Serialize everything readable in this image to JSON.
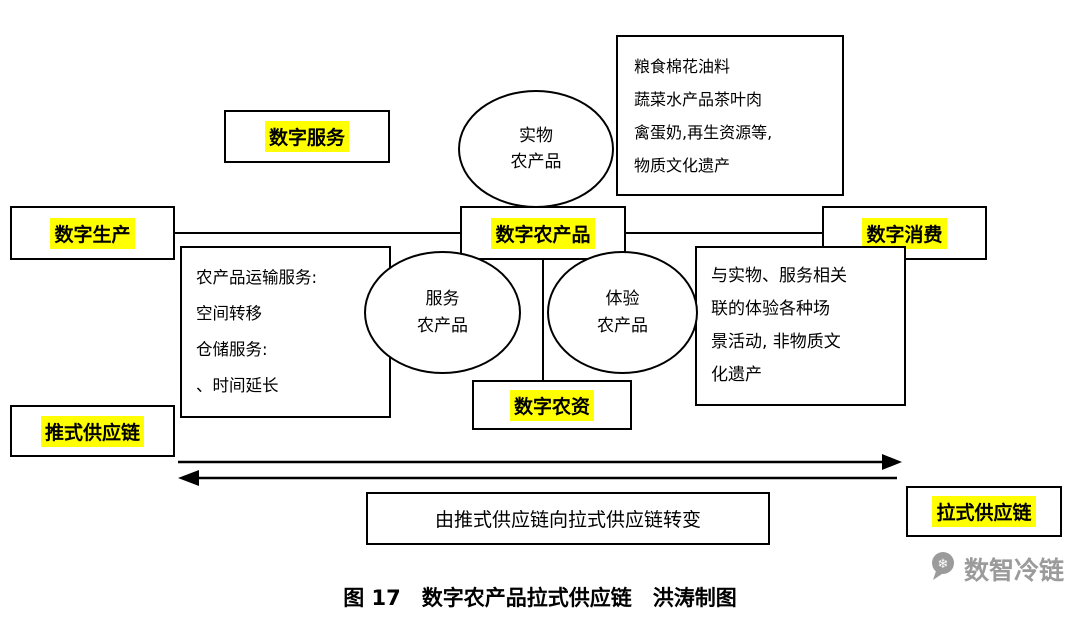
{
  "nodes": {
    "digital_service": {
      "label": "数字服务"
    },
    "physical_product": {
      "lines": [
        "实物",
        "农产品"
      ]
    },
    "product_categories": {
      "lines": [
        "粮食棉花油料",
        "蔬菜水产品茶叶肉",
        "禽蛋奶,再生资源等,",
        "物质文化遗产"
      ]
    },
    "digital_production": {
      "label": "数字生产"
    },
    "digital_agri_product": {
      "label": "数字农产品"
    },
    "digital_consumption": {
      "label": "数字消费"
    },
    "logistics": {
      "lines": [
        "农产品运输服务:",
        "空间转移",
        "仓储服务:",
        "、时间延长"
      ]
    },
    "service_product": {
      "lines": [
        "服务",
        "农产品"
      ]
    },
    "experience_product": {
      "lines": [
        "体验",
        "农产品"
      ]
    },
    "experience_scenes": {
      "lines": [
        "与实物、服务相关",
        "联的体验各种场",
        "景活动, 非物质文",
        "化遗产"
      ]
    },
    "digital_agri_materials": {
      "label": "数字农资"
    },
    "push_supply_chain": {
      "label": "推式供应链"
    },
    "pull_supply_chain": {
      "label": "拉式供应链"
    },
    "transition": {
      "label": "由推式供应链向拉式供应链转变"
    }
  },
  "caption": "图 17　数字农产品拉式供应链　洪涛制图",
  "watermark": {
    "brand": "数智冷链"
  },
  "colors": {
    "highlight": "#ffff00",
    "line": "#000000",
    "watermark_gray": "#9b9b9b"
  }
}
